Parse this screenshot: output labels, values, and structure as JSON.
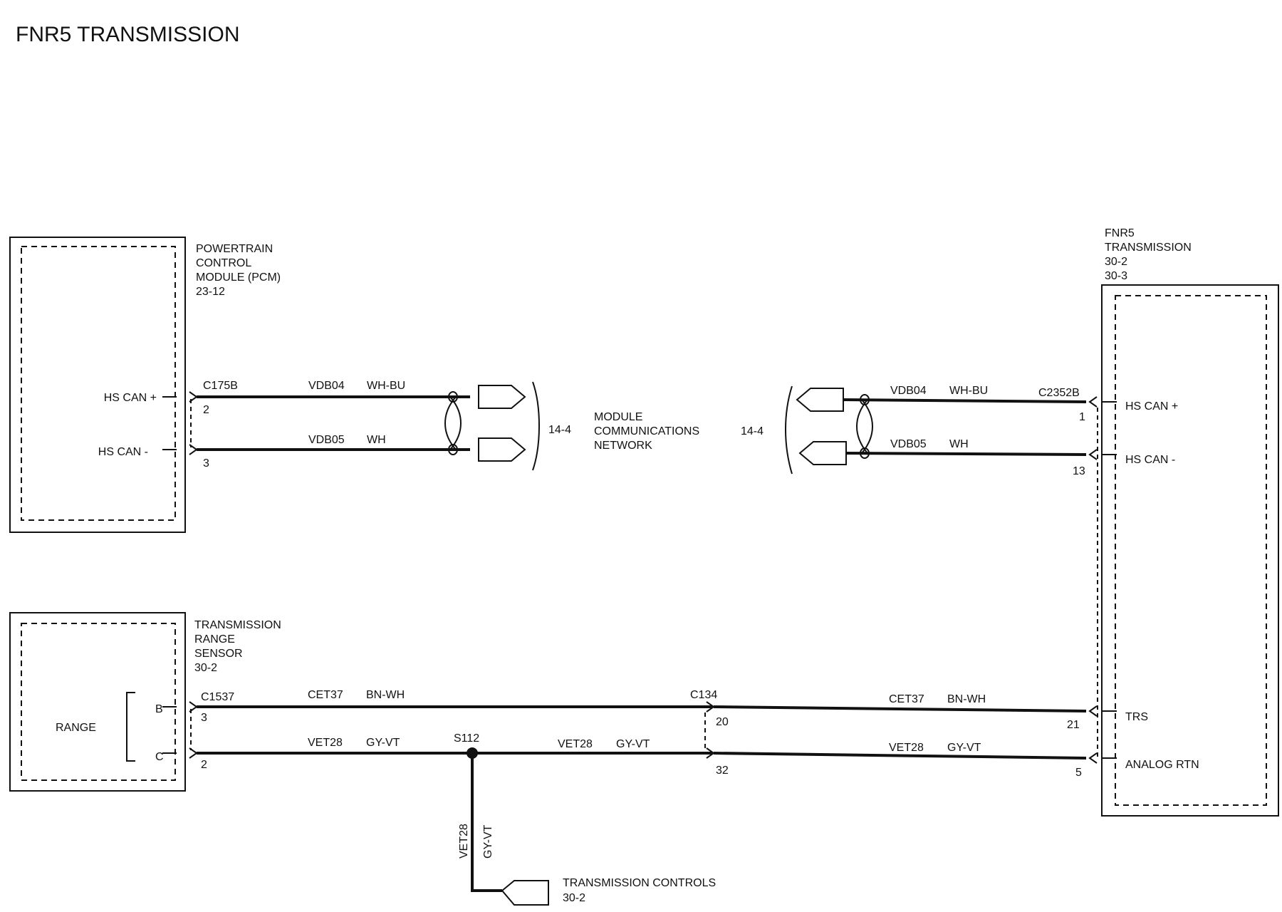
{
  "title": "FNR5 TRANSMISSION",
  "pcm": {
    "name_line1": "POWERTRAIN",
    "name_line2": "CONTROL",
    "name_line3": "MODULE (PCM)",
    "ref": "23-12",
    "pin_hs_can_plus": "HS CAN +",
    "pin_hs_can_minus": "HS CAN -"
  },
  "trs": {
    "name_line1": "TRANSMISSION",
    "name_line2": "RANGE",
    "name_line3": "SENSOR",
    "ref": "30-2",
    "range_label": "RANGE",
    "pin_b": "B",
    "pin_c": "C"
  },
  "fnr5": {
    "name_line1": "FNR5",
    "name_line2": "TRANSMISSION",
    "ref1": "30-2",
    "ref2": "30-3",
    "pin_hs_can_plus": "HS CAN +",
    "pin_hs_can_minus": "HS CAN -",
    "pin_trs": "TRS",
    "pin_analog_rtn": "ANALOG RTN"
  },
  "network": {
    "line1": "MODULE",
    "line2": "COMMUNICATIONS",
    "line3": "NETWORK",
    "ref_left": "14-4",
    "ref_right": "14-4"
  },
  "connectors": {
    "c175b": "C175B",
    "c175b_pin_top": "2",
    "c175b_pin_bottom": "3",
    "c2352b": "C2352B",
    "c2352b_pin_top": "1",
    "c2352b_pin_bottom": "13",
    "c1537": "C1537",
    "c1537_pin_top": "3",
    "c1537_pin_bottom": "2",
    "c134": "C134",
    "c134_pin_top": "20",
    "c134_pin_bottom": "32",
    "fnr5_trs_pin": "21",
    "fnr5_rtn_pin": "5"
  },
  "wires": {
    "vdb04_left": {
      "circuit": "VDB04",
      "color": "WH-BU"
    },
    "vdb05_left": {
      "circuit": "VDB05",
      "color": "WH"
    },
    "vdb04_right": {
      "circuit": "VDB04",
      "color": "WH-BU"
    },
    "vdb05_right": {
      "circuit": "VDB05",
      "color": "WH"
    },
    "cet37_left": {
      "circuit": "CET37",
      "color": "BN-WH"
    },
    "cet37_right": {
      "circuit": "CET37",
      "color": "BN-WH"
    },
    "vet28_left": {
      "circuit": "VET28",
      "color": "GY-VT"
    },
    "vet28_mid": {
      "circuit": "VET28",
      "color": "GY-VT"
    },
    "vet28_right": {
      "circuit": "VET28",
      "color": "GY-VT"
    },
    "vet28_down": {
      "circuit": "VET28",
      "color": "GY-VT"
    }
  },
  "splice": {
    "name": "S112"
  },
  "trans_controls": {
    "name": "TRANSMISSION CONTROLS",
    "ref": "30-2"
  }
}
